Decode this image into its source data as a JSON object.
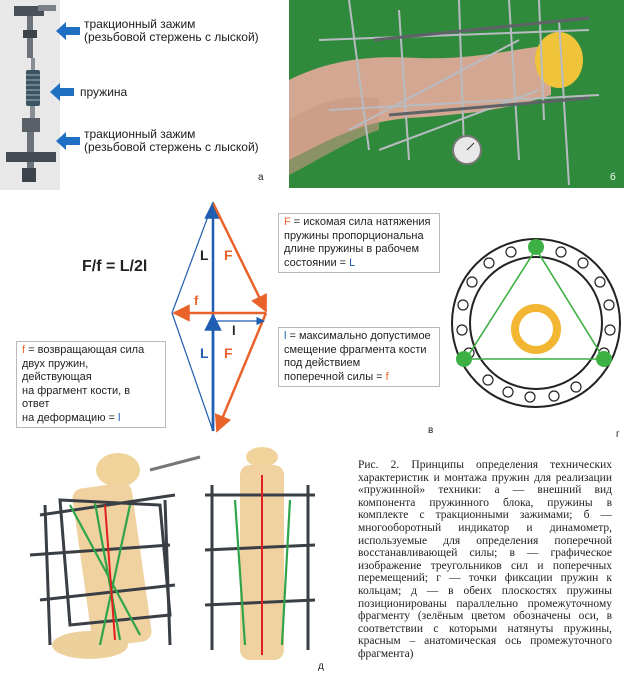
{
  "panel_a": {
    "label_top_line1": "тракционный зажим",
    "label_top_line2": "(резьбовой стержень с лыской)",
    "label_spring": "пружина",
    "label_bottom_line1": "тракционный зажим",
    "label_bottom_line2": "(резьбовой стержень с лыской)",
    "letter": "а"
  },
  "panel_b": {
    "letter": "б"
  },
  "panel_v": {
    "formula": "F/f = L/2l",
    "sym_L": "L",
    "sym_F": "F",
    "sym_f": "f",
    "sym_l": "l",
    "box1_sym": "F",
    "box1_line1": " = искомая сила натяжения",
    "box1_line2": "пружины пропорциональна",
    "box1_line3": "длине пружины в рабочем",
    "box1_line4": "состоянии = ",
    "box1_end": "L",
    "box2_sym": "f",
    "box2_line1": " = возвращающая сила",
    "box2_line2": "двух пружин, действующая",
    "box2_line3": "на фрагмент кости, в ответ",
    "box2_line4": "на деформацию = ",
    "box2_end": "l",
    "box3_sym": "l",
    "box3_line1": " = максимально допустимое",
    "box3_line2": "смещение фрагмента кости",
    "box3_line3": "под действием",
    "box3_line4": "поперечной силы = ",
    "box3_end": "f",
    "letter": "в"
  },
  "panel_g": {
    "letter": "г"
  },
  "panel_d": {
    "letter": "д"
  },
  "caption": "Рис. 2. Принципы определения технических характеристик и монтажа пружин для реализации «пружинной» техники: а — внешний вид компонента пружинного блока, пружины в комплекте с тракционными зажимами; б — многооборотный индикатор и динамометр, используемые для определения поперечной восстанавливающей силы; в — графическое изображение треугольников сил и поперечных перемещений; г — точки фиксации пружин к кольцам; д — в обеих плоскостях пружины позиционированы параллельно промежуточному фрагменту (зелёным цветом обозначены оси, в соответствии с которыми натянуты пружины, красным – анатомическая ось промежуточного фрагмента)",
  "colors": {
    "blue": "#1f5eb0",
    "orange": "#e8622a",
    "green": "#3cb043",
    "yellow": "#f2b632",
    "photo_green": "#2f8a3c"
  }
}
